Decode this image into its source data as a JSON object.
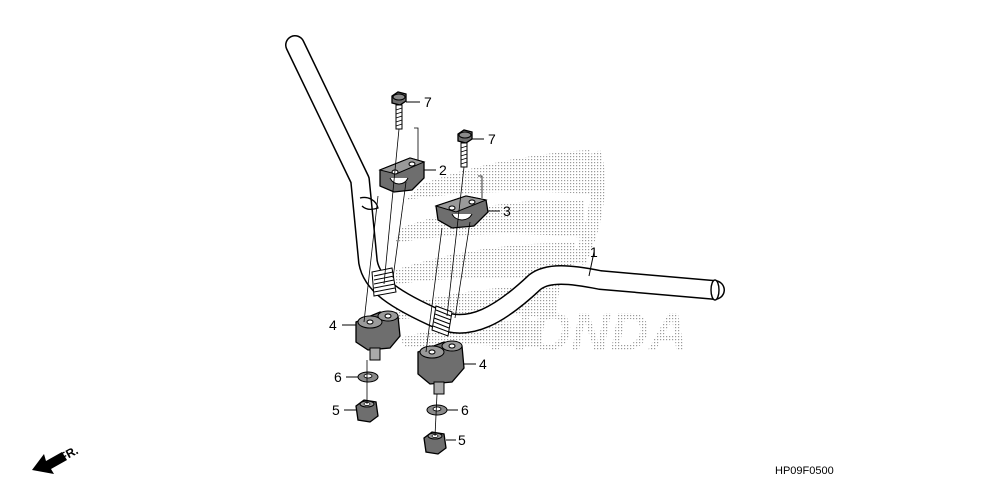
{
  "diagram": {
    "watermark": "HONDA",
    "direction_label": "FR.",
    "drawing_code": "HP09F0500",
    "callouts": {
      "handlebar": "1",
      "upper_holder_left": "2",
      "upper_holder_right": "3",
      "lower_holder_left": "4",
      "lower_holder_right": "4",
      "nut_left": "5",
      "nut_right": "5",
      "washer_left": "6",
      "washer_right": "6",
      "bolt_left": "7",
      "bolt_right": "7"
    }
  }
}
